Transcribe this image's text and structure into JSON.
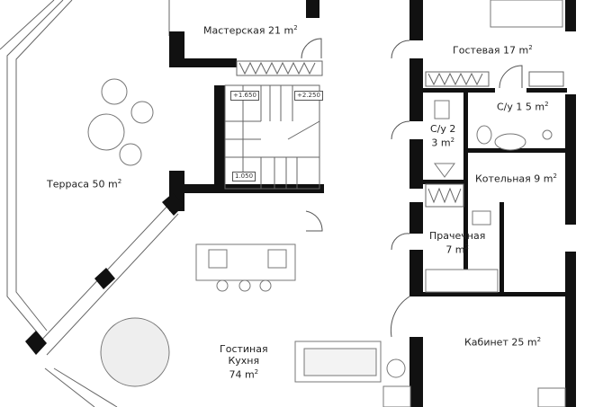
{
  "rooms": [
    {
      "name": "Мастерская",
      "area": "21 m",
      "sup": "2"
    },
    {
      "name": "Гостевая",
      "area": "17 m",
      "sup": "2"
    },
    {
      "name": "С/у 1",
      "area": "5 m",
      "sup": "2"
    },
    {
      "name": "С/у 2",
      "area": "3 m",
      "sup": "2"
    },
    {
      "name": "Терраса",
      "area": "50 m",
      "sup": "2"
    },
    {
      "name": "Котельная",
      "area": "9 m",
      "sup": "2"
    },
    {
      "name": "Прачечная",
      "area": "7 m",
      "sup": "2"
    },
    {
      "name": "Гостиная",
      "name2": "Кухня",
      "area": "74 m",
      "sup": "2"
    },
    {
      "name": "Кабинет",
      "area": "25 m",
      "sup": "2"
    }
  ],
  "levels": [
    "+1.650",
    "+2.250",
    "1.050"
  ],
  "colors": {
    "wall": "#111111",
    "line": "#555555",
    "fixture": "#cccccc"
  }
}
